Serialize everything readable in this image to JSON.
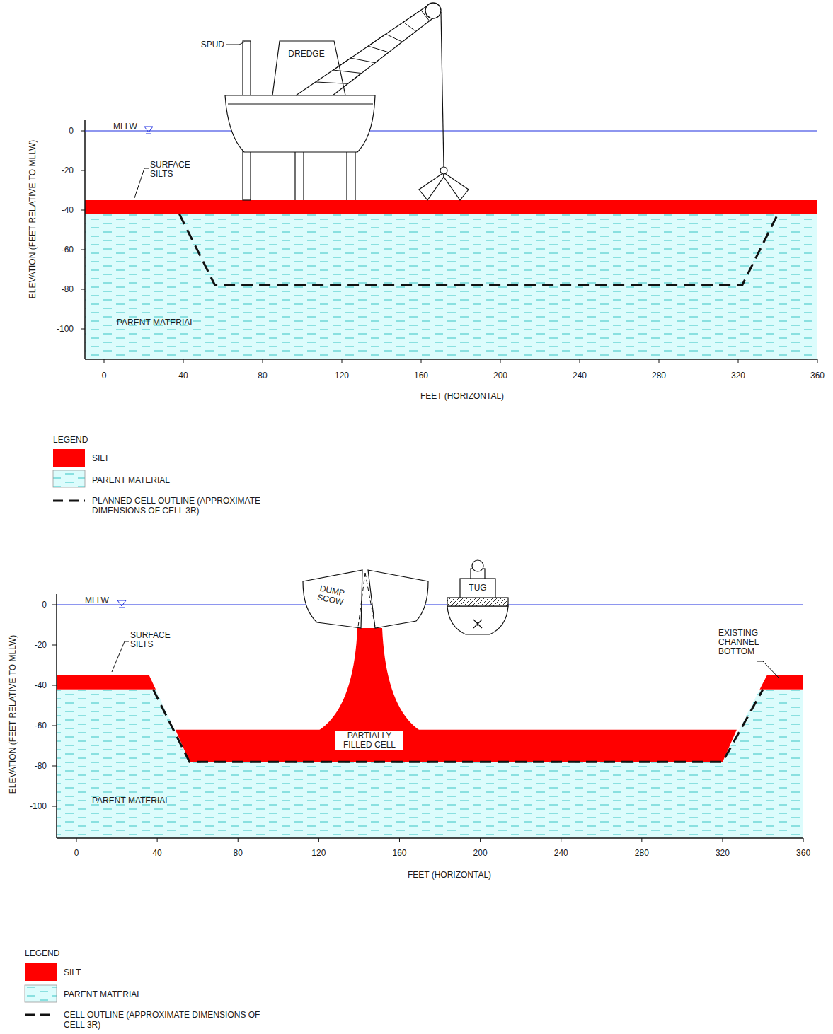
{
  "diagram": {
    "labels": [
      "SPUD",
      "DREDGE",
      "MLLW",
      "SURFACE SILTS",
      "PARENT MATERIAL",
      "ELEVATION (FEET RELATIVE TO MLLW)",
      "0",
      "-20",
      "-40",
      "-60",
      "-80",
      "-100",
      "0",
      "40",
      "80",
      "120",
      "160",
      "200",
      "240",
      "280",
      "320",
      "360",
      "FEET (HORIZONTAL)",
      "LEGEND",
      "MLLW",
      "DUMP SCOW",
      "TUG",
      "SURFACE SILTS",
      "EXISTING CHANNEL BOTTOM",
      "PARTIALLY FILLED CELL",
      "PARENT MATERIAL",
      "ELEVATION (FEET RELATIVE TO MLLW)",
      "0",
      "-20",
      "-40",
      "-60",
      "-80",
      "-100",
      "0",
      "40",
      "80",
      "120",
      "160",
      "200",
      "240",
      "280",
      "320",
      "360",
      "FEET (HORIZONTAL)",
      "LEGEND"
    ],
    "legend": [
      {
        "text": "SILT",
        "color": "#ff0000"
      },
      {
        "text": "PARENT MATERIAL"
      },
      {
        "text": "PLANNED CELL OUTLINE (APPROXIMATE DIMENSIONS OF CELL 3R)"
      },
      {
        "text": "SILT",
        "color": "#ff0000"
      },
      {
        "text": "PARENT MATERIAL"
      },
      {
        "text": "CELL OUTLINE (APPROXIMATE DIMENSIONS OF CELL 3R)"
      }
    ]
  }
}
